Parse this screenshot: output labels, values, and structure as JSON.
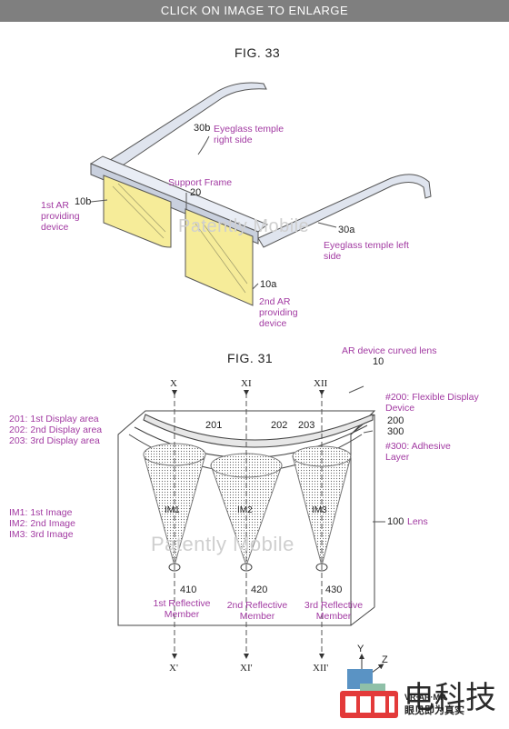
{
  "banner": "CLICK ON IMAGE TO ENLARGE",
  "fig33": {
    "title": "FIG. 33",
    "temple_right_num": "30b",
    "temple_right_label": "Eyeglass temple right side",
    "support_label": "Support Frame",
    "support_num": "20",
    "ar1_label": "1st AR providing device",
    "ar1_num": "10b",
    "temple_left_num": "30a",
    "temple_left_label": "Eyeglass temple left side",
    "ar2_num": "10a",
    "ar2_label": "2nd AR providing device",
    "watermark": "Patently Mobile"
  },
  "fig31": {
    "title": "FIG. 31",
    "lens_title": "AR device curved lens",
    "lens_num": "10",
    "axes": [
      "X",
      "XI",
      "XII",
      "X'",
      "XI'",
      "XII'"
    ],
    "display_areas": [
      "201: 1st Display area",
      "202: 2nd Display area",
      "203: 3rd Display area"
    ],
    "images": [
      "IM1: 1st Image",
      "IM2: 2nd Image",
      "IM3: 3rd Image"
    ],
    "refs": [
      "201",
      "202",
      "203",
      "200",
      "300",
      "100"
    ],
    "im_labels": [
      "IM1",
      "IM2",
      "IM3"
    ],
    "member_nums": [
      "410",
      "420",
      "430"
    ],
    "members": [
      "1st Reflective Member",
      "2nd Reflective Member",
      "3rd Reflective Member"
    ],
    "flex_label": "#200: Flexible Display Device",
    "adhesive_label": "#300: Adhesive Layer",
    "lens_label": "Lens",
    "coords": [
      "Y",
      "Z"
    ],
    "watermark": "Patently Mobile"
  },
  "logo": {
    "chars": "电科技",
    "line1": "VR·AR·MR",
    "line2": "眼见即为真实"
  }
}
